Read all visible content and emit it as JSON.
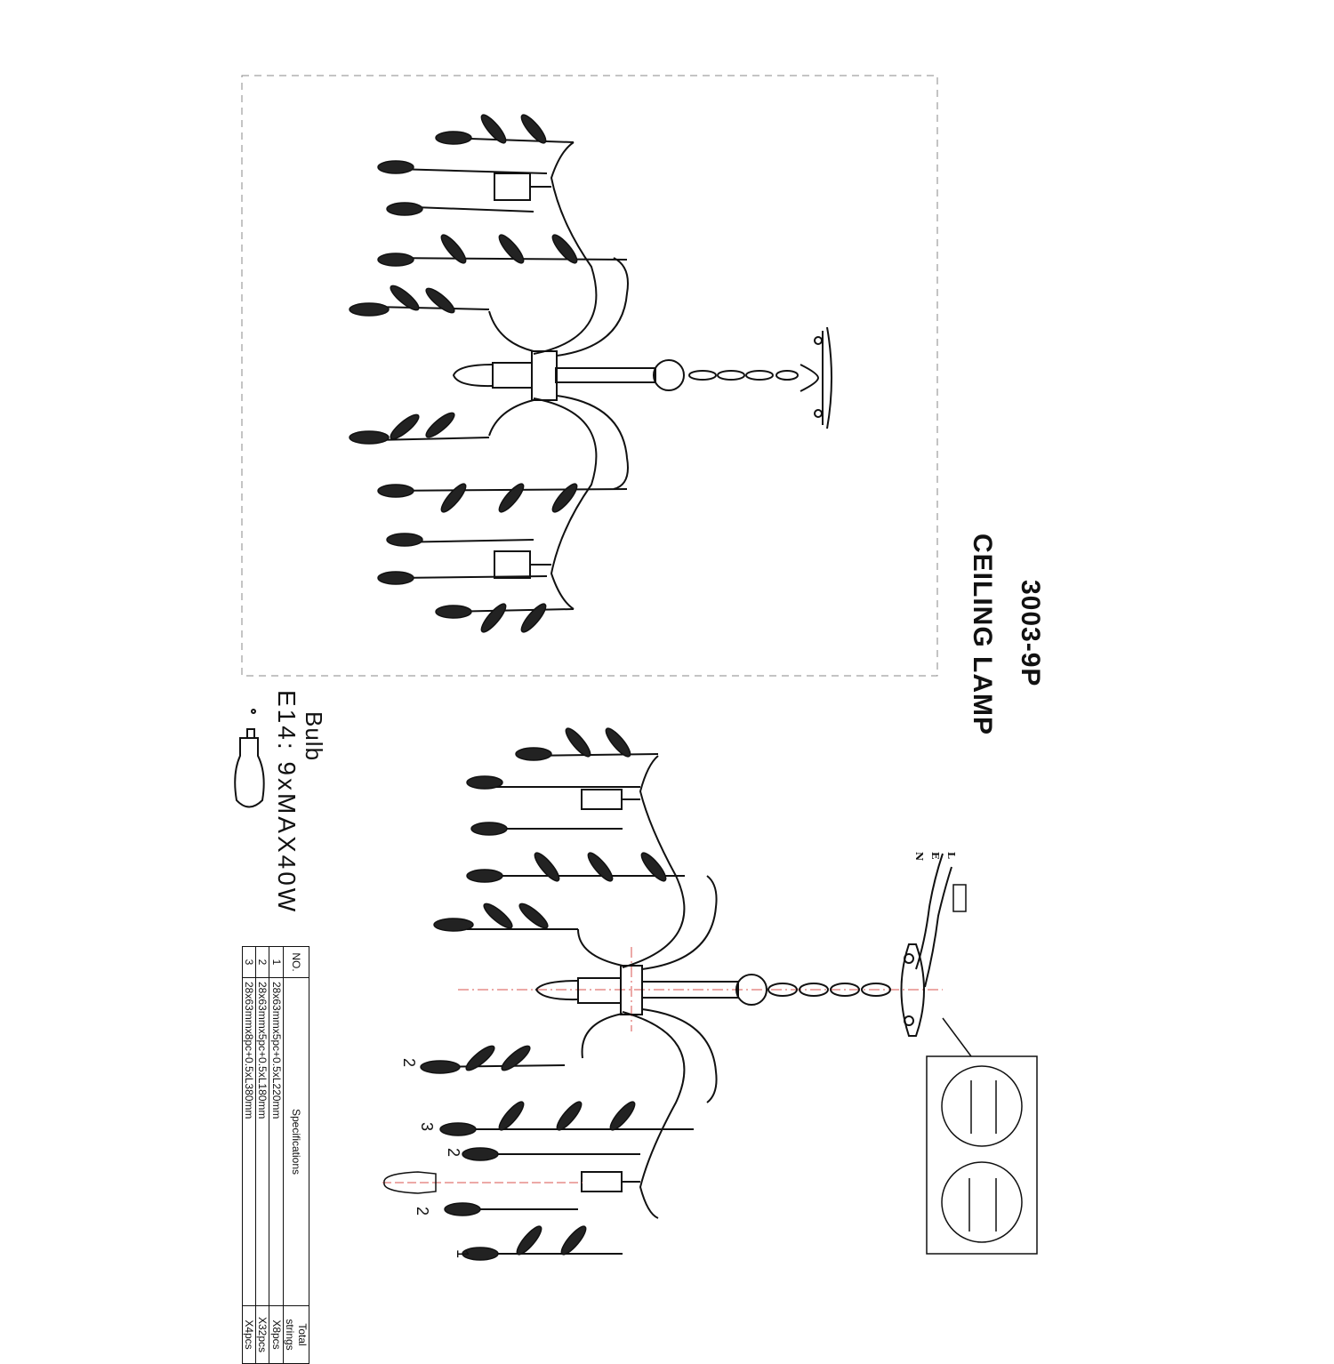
{
  "title": {
    "model": "3003-9P",
    "product": "CEILING LAMP"
  },
  "bulb": {
    "title": "Bulb",
    "spec": "E14: 9xMAX40W",
    "icon": "candle-bulb-icon"
  },
  "wires": [
    "L",
    "E",
    "N"
  ],
  "callouts": [
    "2",
    "3",
    "2",
    "2",
    "1"
  ],
  "spec_table": {
    "headers": [
      "NO.",
      "Specifications",
      "Total strings"
    ],
    "rows": [
      {
        "no": "1",
        "spec": "28x63mmx5pc+0.5xL220mm",
        "total": "X8pcs"
      },
      {
        "no": "2",
        "spec": "28x63mmx5pc+0.5xL180mm",
        "total": "X32pcs"
      },
      {
        "no": "3",
        "spec": "28x63mmx8pc+0.5xL380mm",
        "total": "X4pcs"
      }
    ]
  },
  "colors": {
    "line": "#111111",
    "centerline": "#d9534f",
    "frame": "#888888"
  }
}
